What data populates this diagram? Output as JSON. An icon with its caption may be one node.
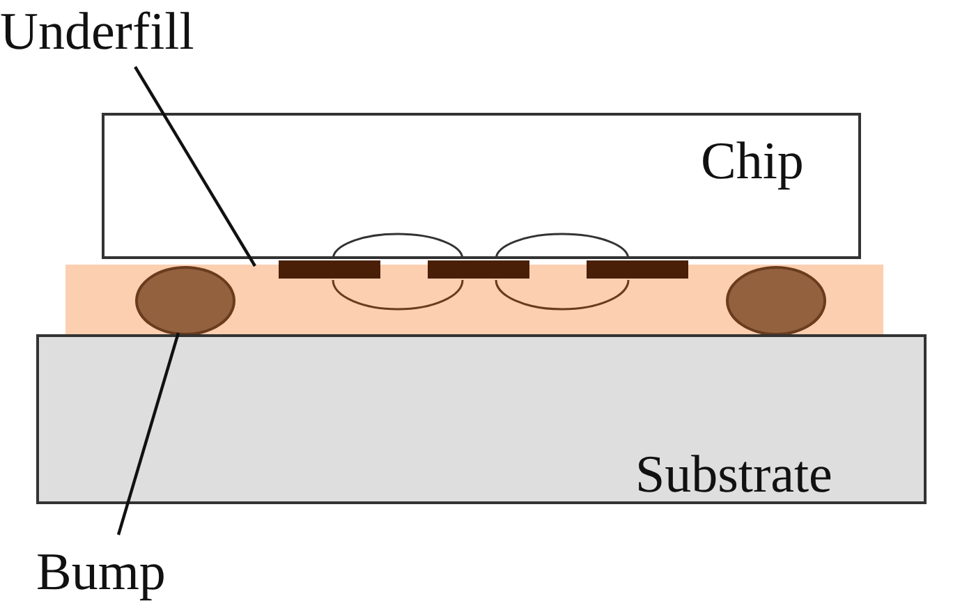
{
  "diagram": {
    "nodes": [
      {
        "text": [
          "Underfill"
        ]
      },
      {
        "text": [
          "Chip"
        ]
      },
      {
        "text": [],
        "shape": "box"
      },
      {
        "text": [
          "Substrate"
        ]
      },
      {
        "text": [],
        "shape": "circle",
        "in": 2
      },
      {
        "text": [],
        "shape": "circle",
        "in": 2
      },
      {
        "text": [
          "Bump"
        ]
      }
    ],
    "edges": [
      {
        "from": 0,
        "to": 2,
        "arrow": "none"
      },
      {
        "from": 6,
        "to": 4,
        "arrow": "none"
      }
    ]
  }
}
